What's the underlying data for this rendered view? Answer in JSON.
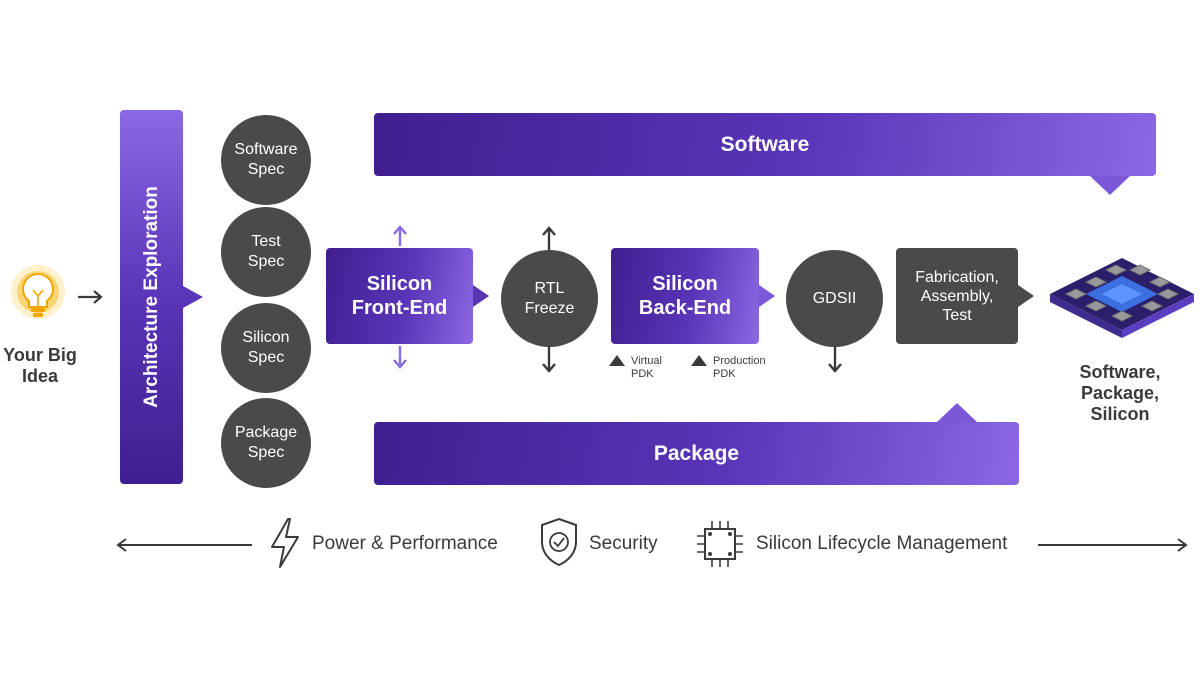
{
  "start": {
    "label": "Your Big\nIdea"
  },
  "architecture": {
    "label": "Architecture Exploration"
  },
  "specs": [
    "Software\nSpec",
    "Test\nSpec",
    "Silicon\nSpec",
    "Package\nSpec"
  ],
  "software_bar": {
    "label": "Software"
  },
  "package_bar": {
    "label": "Package"
  },
  "flow": {
    "front_end": "Silicon\nFront-End",
    "rtl_freeze": "RTL\nFreeze",
    "back_end": "Silicon\nBack-End",
    "gdsii": "GDSII",
    "fabrication": "Fabrication,\nAssembly,\nTest"
  },
  "pdk": {
    "virtual": "Virtual\nPDK",
    "production": "Production\nPDK"
  },
  "result": {
    "label": "Software,\nPackage,\nSilicon"
  },
  "bottom": {
    "power": "Power & Performance",
    "security": "Security",
    "lifecycle": "Silicon Lifecycle Management"
  },
  "colors": {
    "purple_dark": "#3f1f8f",
    "purple_light": "#8b68e3",
    "gray_dark": "#4a4a4c",
    "bulb_yellow": "#f6c33b"
  }
}
